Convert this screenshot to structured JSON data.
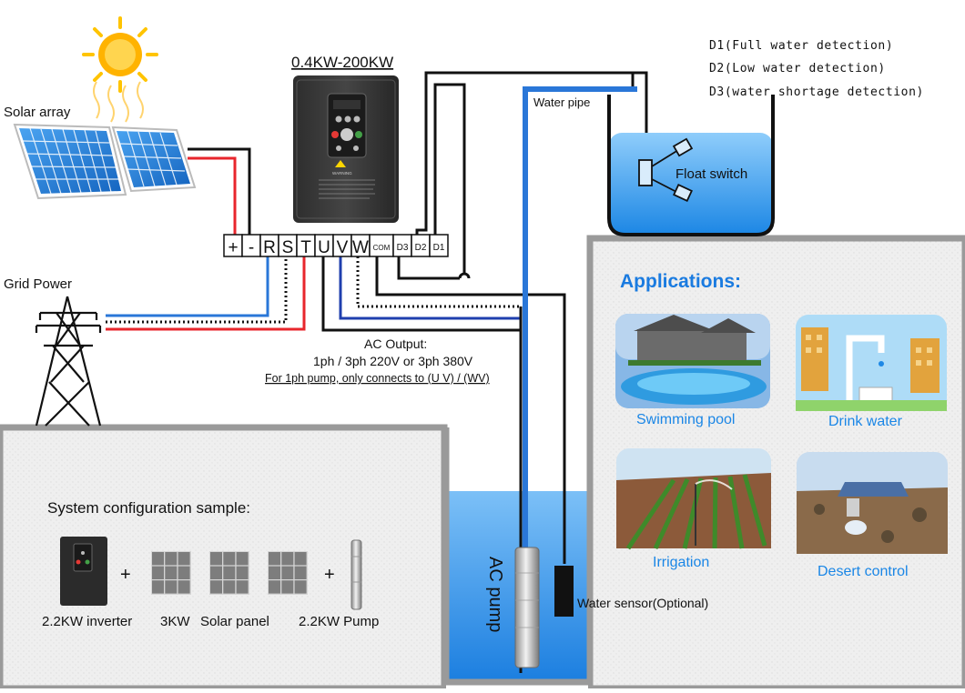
{
  "header": {
    "power_range": "0.4KW-200KW"
  },
  "labels": {
    "solar_array": "Solar array",
    "grid_power": "Grid Power",
    "water_pipe": "Water pipe",
    "float_switch": "Float switch",
    "ac_pump": "AC pump",
    "water_sensor": "Water sensor(Optional)"
  },
  "detection": [
    "D1(Full water detection)",
    "D2(Low water detection)",
    "D3(water shortage detection)"
  ],
  "terminals": [
    "+",
    "-",
    "R",
    "S",
    "T",
    "U",
    "V",
    "W",
    "COM",
    "D3",
    "D2",
    "D1"
  ],
  "ac_output": {
    "line1": "AC Output:",
    "line2": "1ph / 3ph 220V or 3ph 380V",
    "line3": "For 1ph pump, only connects to (U V) / (WV)"
  },
  "applications": {
    "title": "Applications:",
    "items": [
      "Swimming pool",
      "Drink water",
      "Irrigation",
      "Desert control"
    ]
  },
  "config": {
    "title": "System configuration sample:",
    "plus": "+",
    "inverter": "2.2KW inverter",
    "solar_kw": "3KW",
    "solar_label": "Solar panel",
    "pump": "2.2KW Pump"
  },
  "inverter_panel": {
    "warning": "WARNING"
  },
  "colors": {
    "wire_red": "#e8262c",
    "wire_blue": "#2a77d8",
    "wire_dark_blue": "#1f3fae",
    "wire_black": "#111111",
    "water": "#1e88e5",
    "app_title": "#1a7be0",
    "app_label": "#1a86e6",
    "well_border": "#9a9a9a"
  },
  "icons": [
    "sun-icon",
    "solar-panel-icon",
    "pylon-icon",
    "inverter-icon",
    "pump-icon",
    "float-switch-icon"
  ]
}
